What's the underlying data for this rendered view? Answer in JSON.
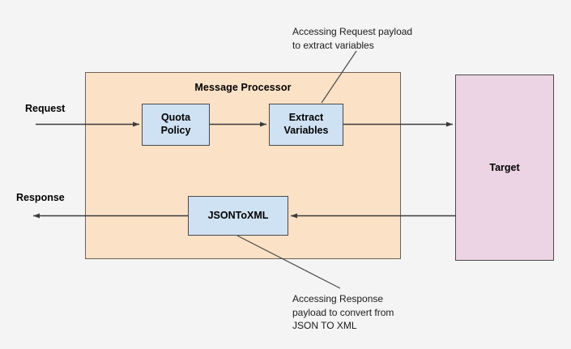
{
  "diagram": {
    "title_internal": "API proxy message flow",
    "background_color": "#f4f4f4",
    "container": {
      "label": "Message Processor",
      "fill": "#fbe2c7",
      "stroke": "#6b6155"
    },
    "policies": [
      {
        "id": "quota",
        "label": "Quota\nPolicy",
        "line1": "Quota",
        "line2": "Policy",
        "fill": "#cfe2f3"
      },
      {
        "id": "extract",
        "label": "Extract\nVariables",
        "line1": "Extract",
        "line2": "Variables",
        "fill": "#cfe2f3"
      },
      {
        "id": "jsontoxml",
        "label": "JSONToXML",
        "line1": "JSONToXML",
        "line2": "",
        "fill": "#cfe2f3"
      }
    ],
    "target": {
      "label": "Target",
      "fill": "#ecd4e4",
      "stroke": "#4a4a4a"
    },
    "flow_labels": {
      "request": "Request",
      "response": "Response"
    },
    "annotations": [
      {
        "id": "request-note",
        "lines": [
          "Accessing Request payload",
          "to extract variables"
        ],
        "points_to": "extract"
      },
      {
        "id": "response-note",
        "lines": [
          "Accessing Response",
          "payload to convert from",
          "JSON TO XML"
        ],
        "points_to": "jsontoxml"
      }
    ],
    "arrow_color": "#3a3a3a"
  }
}
